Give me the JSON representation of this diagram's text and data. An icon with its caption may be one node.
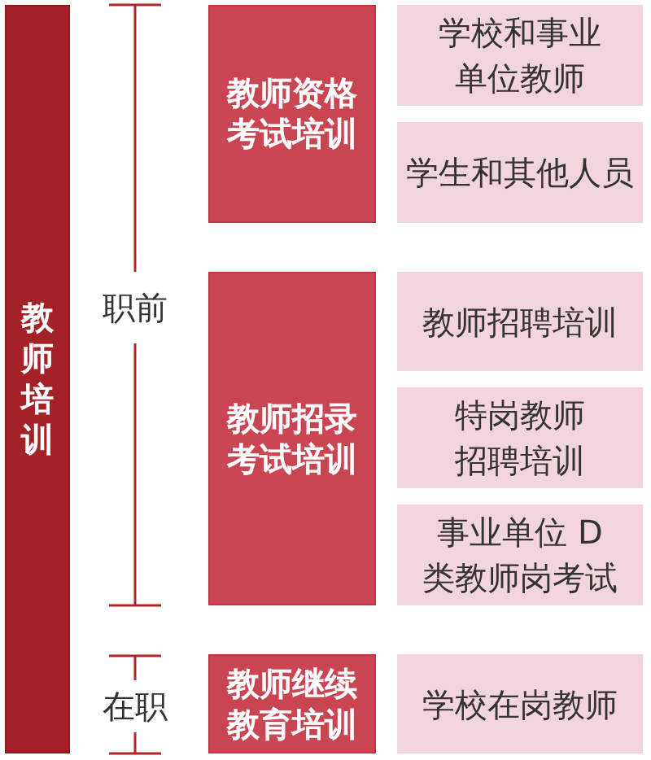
{
  "diagram": {
    "nodes": [
      {
        "text": [
          "教师培训"
        ]
      },
      {
        "text": [
          "教师资格考试培训"
        ]
      },
      {
        "text": [
          "学校和事业单位教师"
        ]
      },
      {
        "text": [
          "学生和其他人员"
        ]
      },
      {
        "text": [
          "教师招录考试培训"
        ]
      },
      {
        "text": [
          "教师招聘培训"
        ]
      },
      {
        "text": [
          "特岗教师招聘培训"
        ]
      },
      {
        "text": [
          "事业单位 D 类教师岗考试"
        ]
      },
      {
        "text": [
          "教师继续教育培训"
        ]
      },
      {
        "text": [
          "学校在岗教师"
        ]
      }
    ],
    "labels": [
      "职前",
      "在职"
    ]
  }
}
